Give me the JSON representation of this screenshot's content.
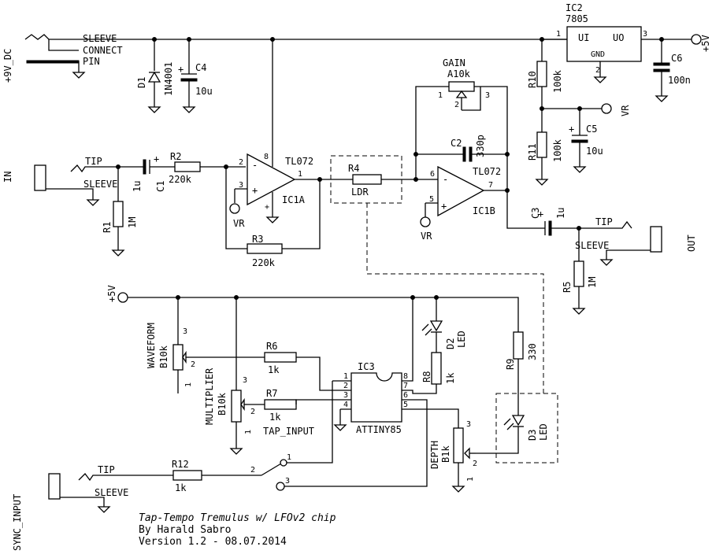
{
  "labels": {
    "power_in": "+9V_DC",
    "sleeve_top": "SLEEVE",
    "connect": "CONNECT",
    "pin": "PIN",
    "in": "IN",
    "out": "OUT",
    "sync_input": "SYNC_INPUT",
    "tip_in": "TIP",
    "sleeve_in": "SLEEVE",
    "tip_out": "TIP",
    "sleeve_out": "SLEEVE",
    "tip_sync": "TIP",
    "sleeve_sync": "SLEEVE",
    "vr_c5": "VR",
    "vr_ic1a": "VR",
    "vr_ic1b": "VR",
    "plus5_out": "+5V",
    "plus5_lower": "+5V",
    "tap_input": "TAP_INPUT"
  },
  "components": {
    "d1": {
      "ref": "D1",
      "value": "1N4001"
    },
    "c4": {
      "ref": "C4",
      "value": "10u"
    },
    "r1": {
      "ref": "R1",
      "value": "1M"
    },
    "c1": {
      "ref": "C1",
      "value": "1u"
    },
    "r2": {
      "ref": "R2",
      "value": "220k"
    },
    "r3": {
      "ref": "R3",
      "value": "220k"
    },
    "ic1a": {
      "ref": "IC1A",
      "value": "TL072"
    },
    "ic1b": {
      "ref": "IC1B",
      "value": "TL072"
    },
    "r4": {
      "ref": "R4",
      "value": "LDR"
    },
    "gain": {
      "ref": "GAIN",
      "value": "A10k"
    },
    "c2": {
      "ref": "C2",
      "value": "330p"
    },
    "c3": {
      "ref": "C3",
      "value": "1u"
    },
    "r5": {
      "ref": "R5",
      "value": "1M"
    },
    "ic2": {
      "ref": "IC2",
      "value": "7805",
      "pin_ui": "UI",
      "pin_uo": "UO",
      "pin_gnd": "GND"
    },
    "r10": {
      "ref": "R10",
      "value": "100k"
    },
    "r11": {
      "ref": "R11",
      "value": "100k"
    },
    "c5": {
      "ref": "C5",
      "value": "10u"
    },
    "c6": {
      "ref": "C6",
      "value": "100n"
    },
    "waveform": {
      "ref": "WAVEFORM",
      "value": "B10k"
    },
    "multiplier": {
      "ref": "MULTIPLIER",
      "value": "B10k"
    },
    "r6": {
      "ref": "R6",
      "value": "1k"
    },
    "r7": {
      "ref": "R7",
      "value": "1k"
    },
    "ic3": {
      "ref": "IC3",
      "value": "ATTINY85"
    },
    "r8": {
      "ref": "R8",
      "value": "1k"
    },
    "d2": {
      "ref": "D2",
      "value": "LED"
    },
    "r9": {
      "ref": "R9",
      "value": "330"
    },
    "d3": {
      "ref": "D3",
      "value": "LED"
    },
    "depth": {
      "ref": "DEPTH",
      "value": "B1k"
    },
    "r12": {
      "ref": "R12",
      "value": "1k"
    }
  },
  "pins": {
    "p1": "1",
    "p2": "2",
    "p3": "3",
    "p4": "4",
    "p5": "5",
    "p6": "6",
    "p7": "7",
    "p8": "8"
  },
  "signs": {
    "plus": "+",
    "minus": "-"
  },
  "title_block": {
    "line1": "Tap-Tempo Tremulus w/ LFOv2 chip",
    "line2": "By Harald Sabro",
    "line3": "Version 1.2 - 08.07.2014"
  }
}
